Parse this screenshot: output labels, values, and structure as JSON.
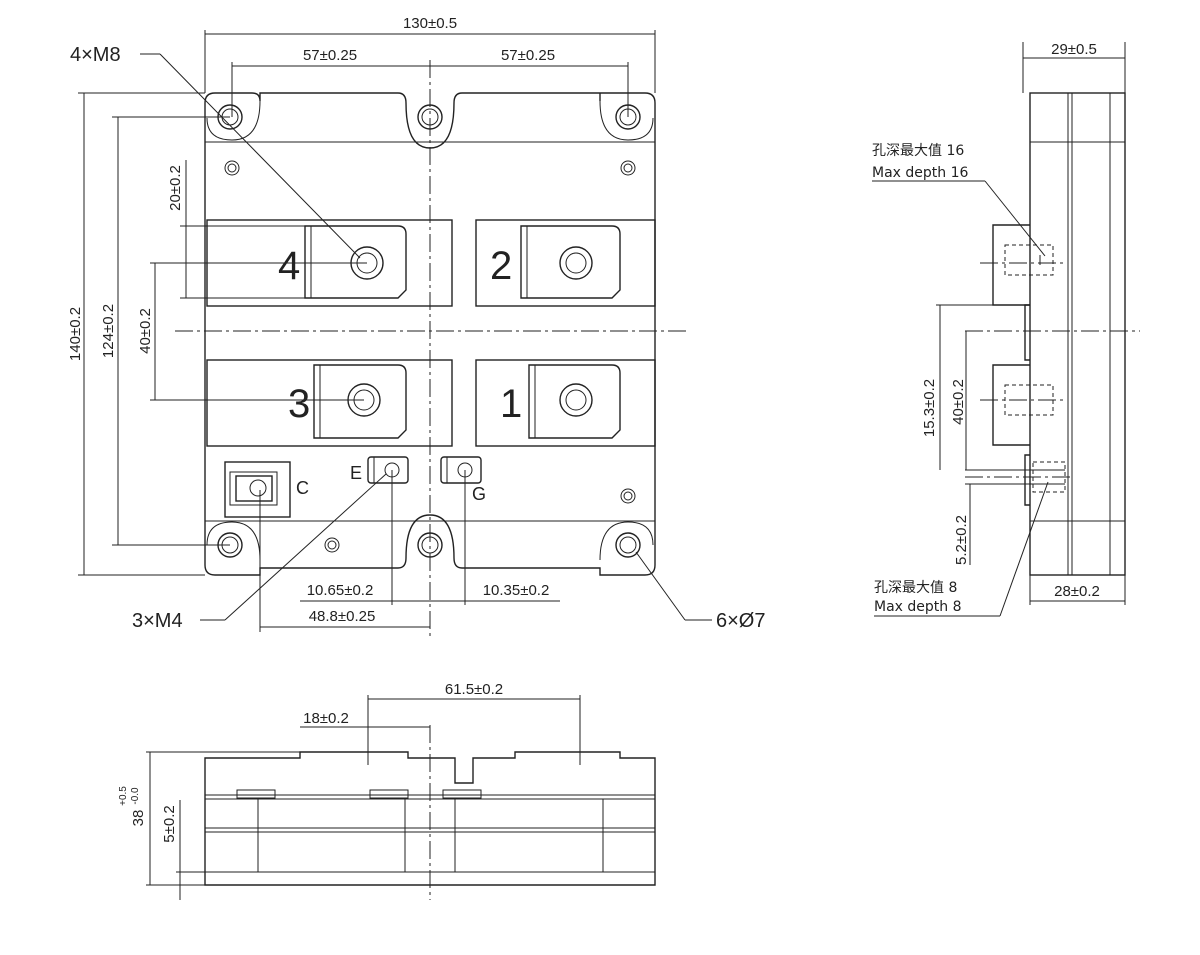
{
  "callouts": {
    "m8": "4×M8",
    "m4": "3×M4",
    "holes": "6×Ø7"
  },
  "top_view": {
    "dims": {
      "overall_width": "130±0.5",
      "half_left": "57±0.25",
      "half_right": "57±0.25",
      "overall_height": "140±0.2",
      "mount_height": "124±0.2",
      "terminal_pitch_v": "40±0.2",
      "terminal_offset": "20±0.2",
      "emitter_offset": "10.65±0.2",
      "gate_offset": "10.35±0.2",
      "aux_offset": "48.8±0.25"
    },
    "terminals": [
      "4",
      "2",
      "3",
      "1"
    ],
    "aux_labels": {
      "c": "C",
      "e": "E",
      "g": "G"
    }
  },
  "side_view": {
    "dims": {
      "top_width": "29±0.5",
      "bottom_width": "28±0.2",
      "terminal_pitch": "40±0.2",
      "aux_pitch": "15.3±0.2",
      "aux_small": "5.2±0.2"
    },
    "note_16_cn": "孔深最大值 16",
    "note_16_en": "Max depth 16",
    "note_8_cn": "孔深最大值 8",
    "note_8_en": "Max depth 8"
  },
  "front_view": {
    "dims": {
      "terminal_span": "61.5±0.2",
      "terminal_offset": "18±0.2",
      "height_main": "38",
      "height_tol_upper": "+0.5",
      "height_tol_lower": "-0.0",
      "base_thickness": "5±0.2"
    }
  }
}
